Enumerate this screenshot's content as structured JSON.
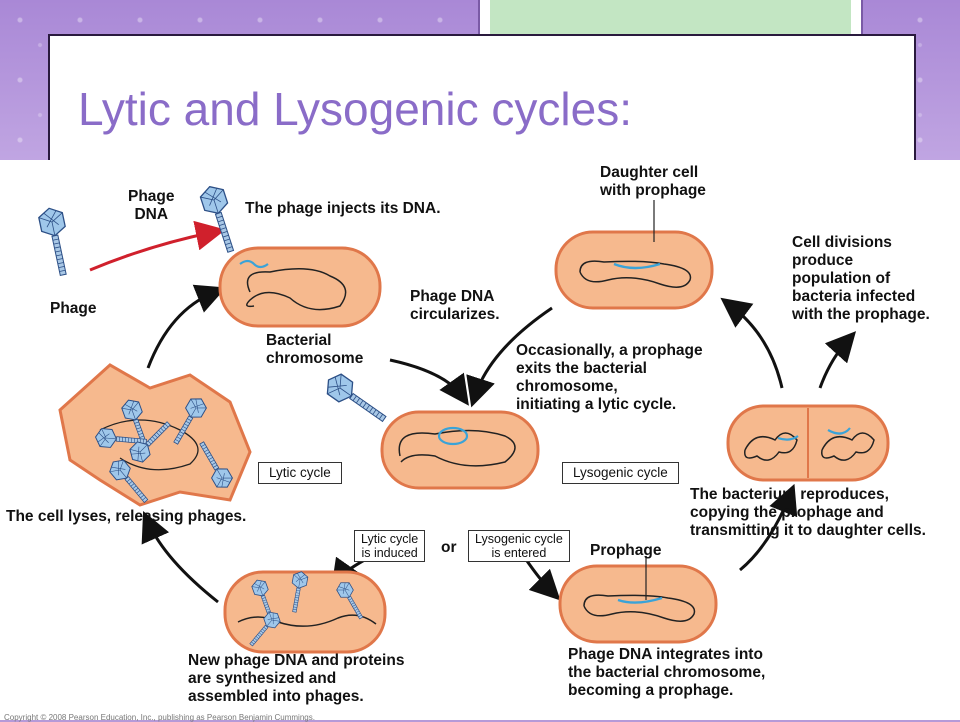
{
  "slide": {
    "title": "Lytic and Lysogenic cycles:"
  },
  "colors": {
    "background": "#b59ad8",
    "title": "#8a6cc8",
    "cell_fill": "#f6b98e",
    "cell_edge": "#e0774a",
    "dna_blue": "#3aa3d8",
    "arrow_red": "#d0202c",
    "tab_fill": "#c3e6c3"
  },
  "labels": {
    "phage_dna": "Phage\nDNA",
    "injects": "The phage injects its DNA.",
    "phage": "Phage",
    "bacterial_chromosome": "Bacterial\nchromosome",
    "circularizes": "Phage DNA\ncircularizes.",
    "daughter_cell": "Daughter cell\nwith prophage",
    "cell_divisions": "Cell divisions\nproduce\npopulation of\nbacteria infected\nwith the prophage.",
    "occasionally": "Occasionally, a prophage\nexits the bacterial\nchromosome,\ninitiating a lytic cycle.",
    "reproduces": "The bacterium reproduces,\ncopying the prophage and\ntransmitting it to daughter cells.",
    "cell_lyses": "The cell lyses, releasing phages.",
    "or": "or",
    "prophage": "Prophage",
    "new_phage": "New phage DNA and proteins\nare synthesized and\nassembled into phages.",
    "integrates": "Phage DNA integrates into\nthe bacterial chromosome,\nbecoming a prophage."
  },
  "boxes": {
    "lytic_cycle": "Lytic cycle",
    "lysogenic_cycle": "Lysogenic cycle",
    "lytic_induced": "Lytic cycle\nis induced",
    "lysogenic_entered": "Lysogenic cycle\nis entered"
  },
  "copyright": "Copyright © 2008 Pearson Education, Inc., publishing as Pearson Benjamin Cummings."
}
